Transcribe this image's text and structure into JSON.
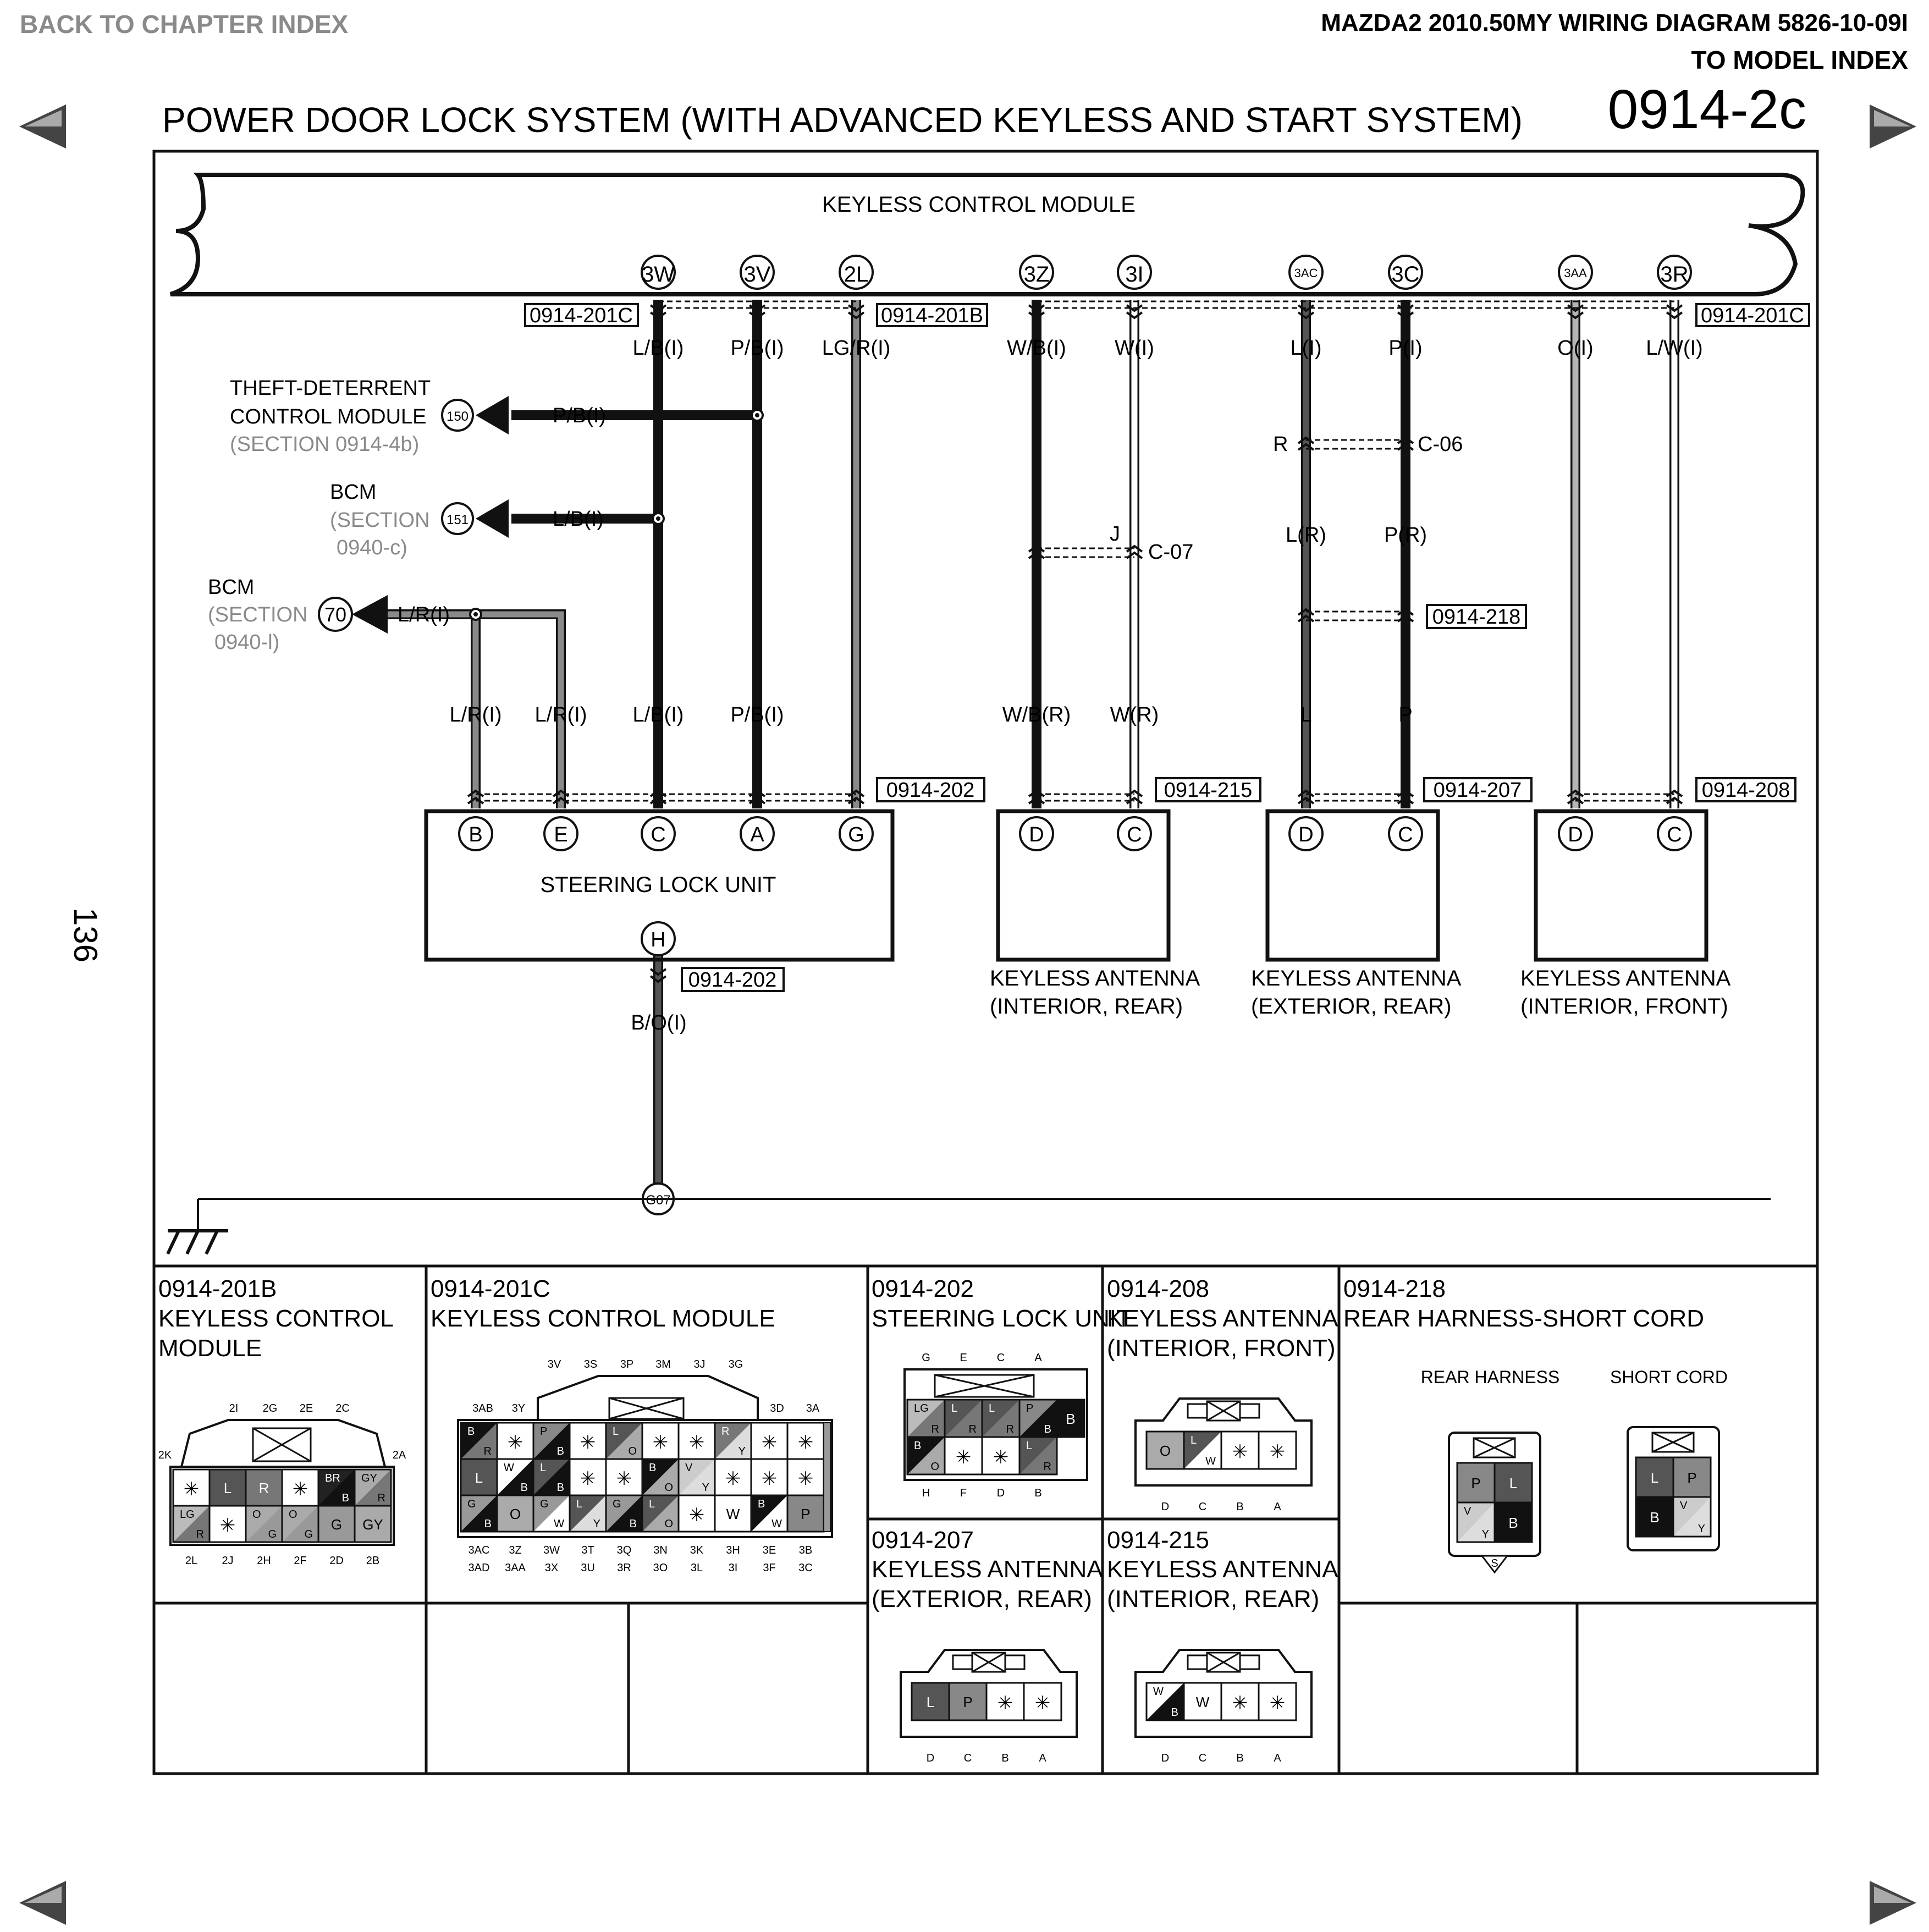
{
  "nav": {
    "back_to_chapter": "BACK TO CHAPTER INDEX",
    "doc_ref": "MAZDA2 2010.50MY WIRING DIAGRAM 5826-10-09I",
    "to_model": "TO MODEL INDEX",
    "page_code": "0914-2c",
    "page_number": "136"
  },
  "title": "POWER DOOR LOCK SYSTEM (WITH ADVANCED KEYLESS AND START SYSTEM)",
  "module": {
    "label": "KEYLESS CONTROL MODULE",
    "terminals": [
      "3W",
      "3V",
      "2L",
      "3Z",
      "3I",
      "3AC",
      "3C",
      "3AA",
      "3R"
    ],
    "connector_left": "0914-201C",
    "connector_mid": "0914-201B",
    "connector_right": "0914-201C"
  },
  "wires_top": [
    "L/B(I)",
    "P/B(I)",
    "LG/R(I)",
    "W/B(I)",
    "W(I)",
    "L(I)",
    "P(I)",
    "O(I)",
    "L/W(I)"
  ],
  "branches": {
    "theft_name": "THEFT-DETERRENT",
    "theft_name2": "CONTROL MODULE",
    "theft_sec": "(SECTION 0914-4b)",
    "theft_num": "150",
    "theft_wire": "P/B(I)",
    "bcm1_name": "BCM",
    "bcm1_sec": "(SECTION",
    "bcm1_sec2": "0940-c)",
    "bcm1_num": "151",
    "bcm1_wire": "L/B(I)",
    "bcm2_name": "BCM",
    "bcm2_sec": "(SECTION",
    "bcm2_sec2": "0940-l)",
    "bcm2_num": "70",
    "bcm2_wire": "L/R(I)"
  },
  "joints": {
    "c07_pin": "J",
    "c07": "C-07",
    "c06_pin": "R",
    "c06": "C-06",
    "c218": "0914-218"
  },
  "wires_mid": [
    "L/R(I)",
    "L/R(I)",
    "L/B(I)",
    "P/B(I)",
    "W/B(R)",
    "W(R)",
    "L(R)",
    "P(R)",
    "L",
    "P"
  ],
  "components": {
    "steering": {
      "label": "STEERING LOCK UNIT",
      "connector": "0914-202",
      "pins": [
        "B",
        "E",
        "C",
        "A",
        "G"
      ],
      "gnd_pin": "H",
      "gnd_connector": "0914-202",
      "gnd_wire": "B/O(I)",
      "ground": "G07"
    },
    "ant_int_rear": {
      "label1": "KEYLESS ANTENNA",
      "label2": "(INTERIOR, REAR)",
      "connector": "0914-215",
      "pins": [
        "D",
        "C"
      ]
    },
    "ant_ext_rear": {
      "label1": "KEYLESS ANTENNA",
      "label2": "(EXTERIOR, REAR)",
      "connector": "0914-207",
      "pins": [
        "D",
        "C"
      ]
    },
    "ant_int_front": {
      "label1": "KEYLESS ANTENNA",
      "label2": "(INTERIOR, FRONT)",
      "connector": "0914-208",
      "pins": [
        "D",
        "C"
      ]
    }
  },
  "connector_views": {
    "c201b": {
      "code": "0914-201B",
      "name1": "KEYLESS CONTROL",
      "name2": "MODULE",
      "top_labels": [
        "2I",
        "2G",
        "2E",
        "2C"
      ],
      "side_left": "2K",
      "side_right": "2A",
      "row1": [
        "✳",
        "L",
        "R",
        "✳",
        "BR/B",
        "GY/R"
      ],
      "row2": [
        "LG/R",
        "✳",
        "O/G",
        "O/G",
        "G",
        "GY"
      ],
      "bottom_labels": [
        "2L",
        "2J",
        "2H",
        "2F",
        "2D",
        "2B"
      ]
    },
    "c201c": {
      "code": "0914-201C",
      "name1": "KEYLESS CONTROL MODULE",
      "top_labels": [
        "3V",
        "3S",
        "3P",
        "3M",
        "3J",
        "3G"
      ],
      "side_labels": [
        "3AB",
        "3Y",
        "3D",
        "3A"
      ],
      "row1": [
        "B/R",
        "✳",
        "P/B",
        "✳",
        "L/O",
        "✳",
        "✳",
        "R/Y",
        "✳",
        "✳"
      ],
      "row2": [
        "L",
        "W/B",
        "L/B",
        "✳",
        "✳",
        "B/O",
        "V/Y",
        "✳",
        "✳",
        "✳"
      ],
      "row3": [
        "G/B",
        "O",
        "G/W",
        "L/Y",
        "G/B",
        "L/O",
        "✳",
        "W",
        "B/W",
        "P"
      ],
      "bottom1": [
        "3AC",
        "3Z",
        "3W",
        "3T",
        "3Q",
        "3N",
        "3K",
        "3H",
        "3E",
        "3B"
      ],
      "bottom2": [
        "3AD",
        "3AA",
        "3X",
        "3U",
        "3R",
        "3O",
        "3L",
        "3I",
        "3F",
        "3C"
      ]
    },
    "c202": {
      "code": "0914-202",
      "name1": "STEERING LOCK UNIT",
      "top_labels": [
        "G",
        "E",
        "C",
        "A"
      ],
      "row1": [
        "LG/R",
        "L/R",
        "L/R",
        "P/B"
      ],
      "row2": [
        "B/O",
        "✳",
        "✳",
        "L/R"
      ],
      "extra": [
        "B"
      ],
      "bottom_labels": [
        "H",
        "F",
        "D",
        "B"
      ]
    },
    "c208": {
      "code": "0914-208",
      "name1": "KEYLESS ANTENNA",
      "name2": "(INTERIOR, FRONT)",
      "cells": [
        "O",
        "L/W",
        "✳",
        "✳"
      ],
      "labels": [
        "D",
        "C",
        "B",
        "A"
      ]
    },
    "c218": {
      "code": "0914-218",
      "name1": "REAR HARNESS-SHORT CORD",
      "left_title": "REAR HARNESS",
      "right_title": "SHORT CORD",
      "left_cells": [
        "P",
        "L",
        "V/Y",
        "B"
      ],
      "right_cells": [
        "L",
        "P",
        "B",
        "V/Y"
      ],
      "left_mark": "S"
    },
    "c207": {
      "code": "0914-207",
      "name1": "KEYLESS ANTENNA",
      "name2": "(EXTERIOR, REAR)",
      "cells": [
        "L",
        "P",
        "✳",
        "✳"
      ],
      "labels": [
        "D",
        "C",
        "B",
        "A"
      ]
    },
    "c215": {
      "code": "0914-215",
      "name1": "KEYLESS ANTENNA",
      "name2": "(INTERIOR, REAR)",
      "cells": [
        "W/B",
        "W",
        "✳",
        "✳"
      ],
      "labels": [
        "D",
        "C",
        "B",
        "A"
      ]
    }
  },
  "colors": {
    "black": "#111111",
    "dark_grey": "#555555",
    "mid_grey": "#8a8a8a",
    "light_grey": "#b5b5b5",
    "white": "#ffffff"
  }
}
